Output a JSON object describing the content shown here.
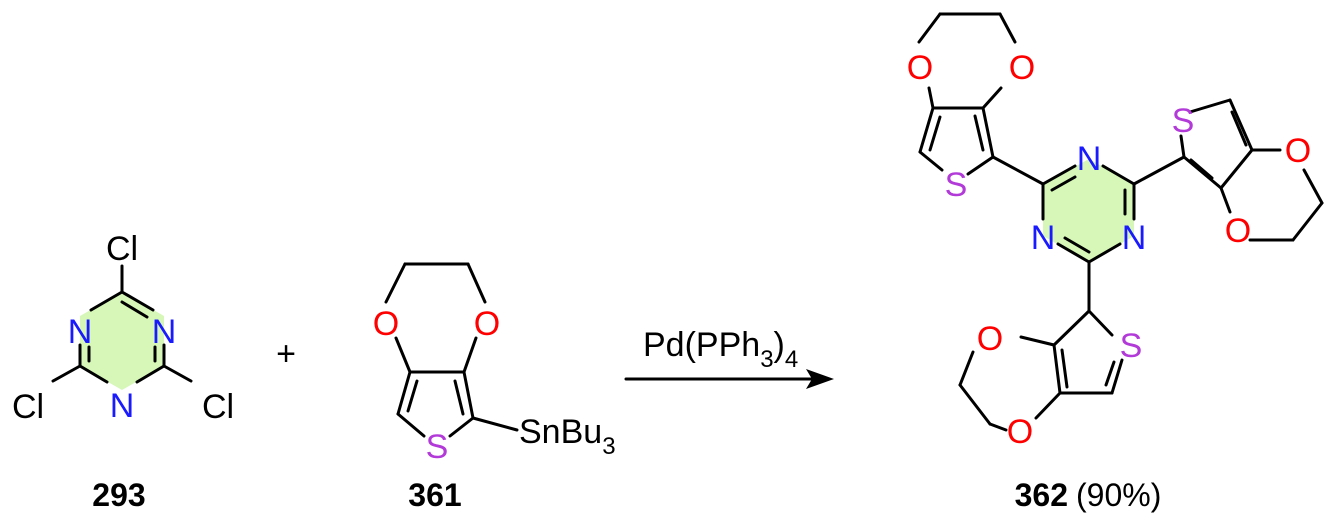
{
  "colors": {
    "carbon": "#000000",
    "nitrogen": "#1a1aff",
    "oxygen": "#ff0000",
    "sulfur": "#b23ad8",
    "triazine_fill": "#d6f7b8"
  },
  "atoms": {
    "cl": "Cl",
    "n": "N",
    "o": "O",
    "s": "S"
  },
  "reagent_substituent": {
    "main": "SnBu",
    "sub": "3"
  },
  "plus_sign": "+",
  "catalyst": {
    "prefix": "Pd(PPh",
    "sub": "3",
    "suffix": ")",
    "sub2": "4"
  },
  "compounds": [
    {
      "id": "293"
    },
    {
      "id": "361"
    },
    {
      "id": "362",
      "yield": "(90%)"
    }
  ]
}
